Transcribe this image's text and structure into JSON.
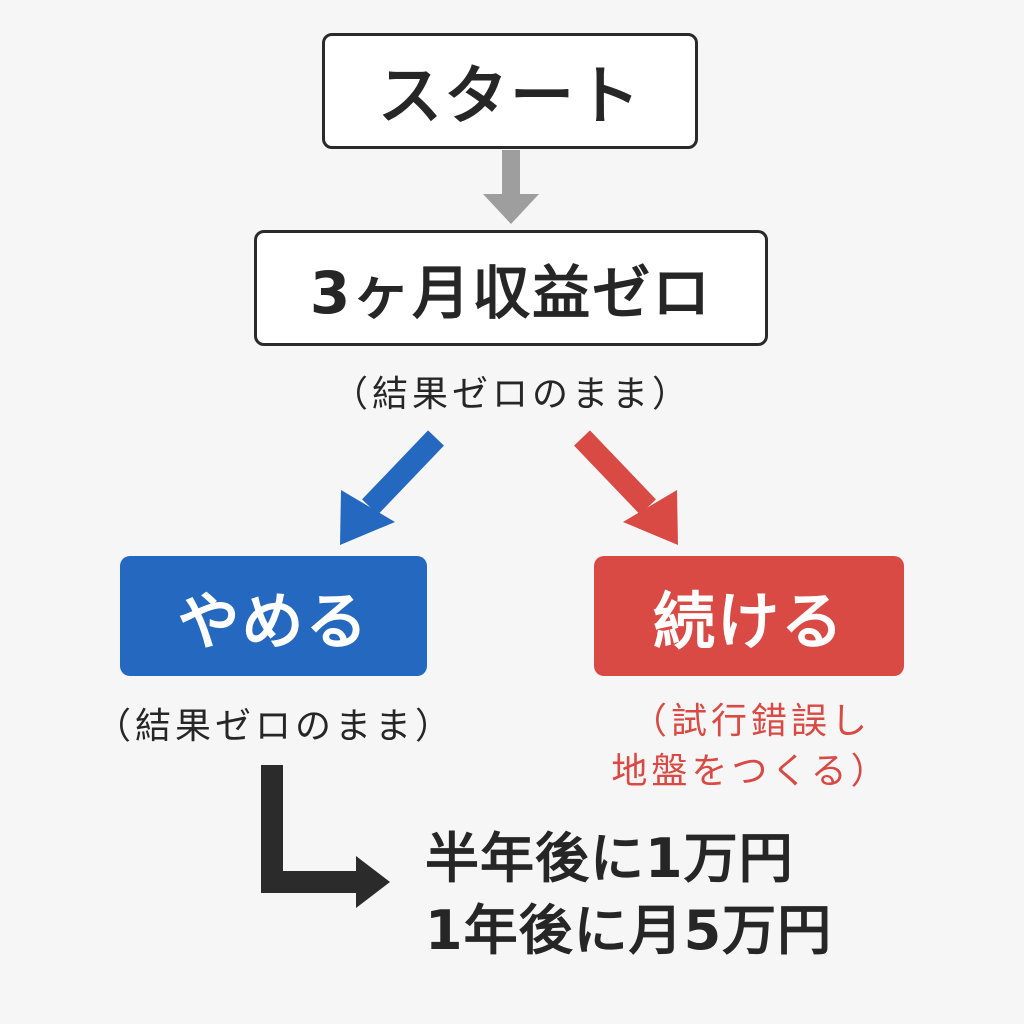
{
  "nodes": {
    "start": "スタート",
    "zero_revenue": "3ヶ月収益ゼロ",
    "zero_note": "（結果ゼロのまま）",
    "quit": "やめる",
    "quit_note": "（結果ゼロのまま）",
    "continue": "続ける",
    "continue_note": "（試行錯誤し\n地盤をつくる）",
    "result": "半年後に1万円\n1年後に月5万円"
  },
  "colors": {
    "quit": "#2468c0",
    "continue": "#d94a44",
    "neutral_arrow": "#9e9e9e",
    "dark_arrow": "#2b2b2b"
  }
}
